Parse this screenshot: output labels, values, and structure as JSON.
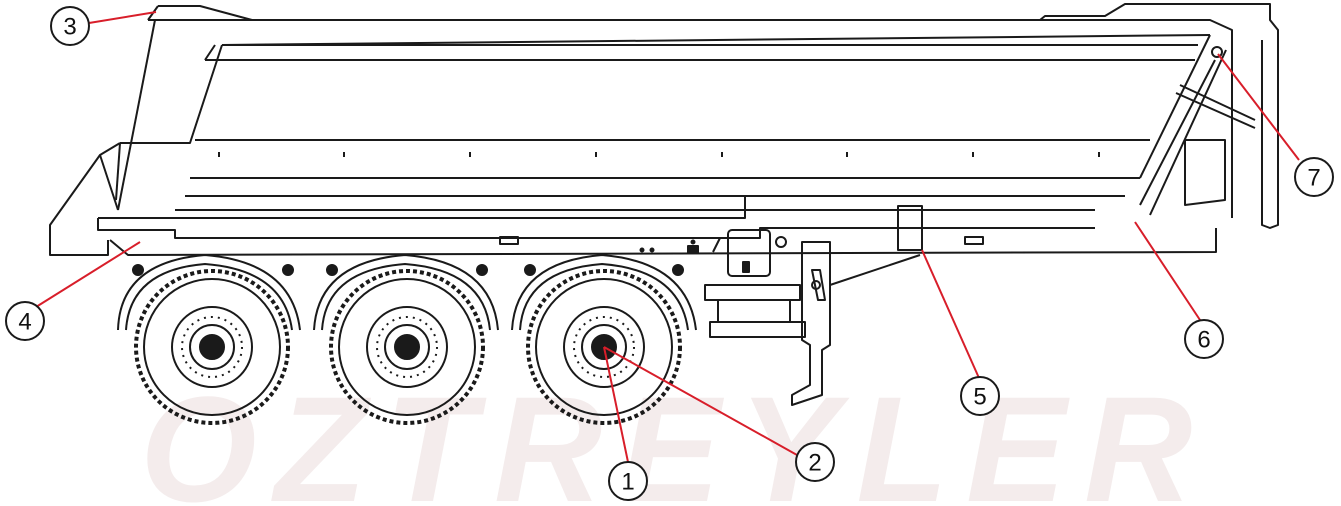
{
  "watermark": {
    "text": "ÖZTREYLER"
  },
  "callouts": [
    {
      "id": "1",
      "label": "1"
    },
    {
      "id": "2",
      "label": "2"
    },
    {
      "id": "3",
      "label": "3"
    },
    {
      "id": "4",
      "label": "4"
    },
    {
      "id": "5",
      "label": "5"
    },
    {
      "id": "6",
      "label": "6"
    },
    {
      "id": "7",
      "label": "7"
    }
  ],
  "colors": {
    "line": "#1a1a1a",
    "accent": "#d81e2a",
    "watermark": "#f4ecec"
  }
}
